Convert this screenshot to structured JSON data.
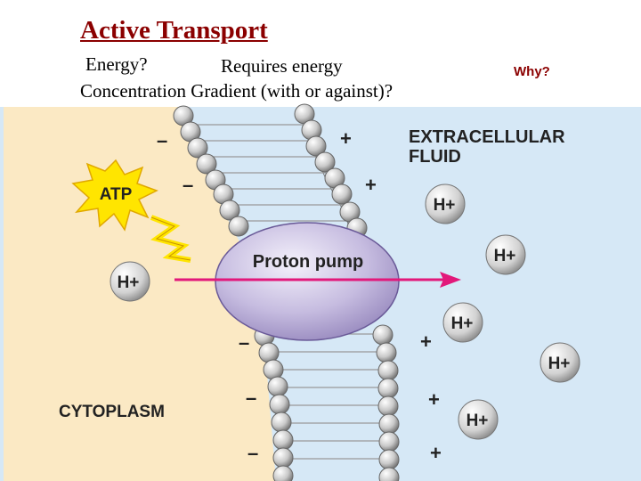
{
  "slide": {
    "title": "Active Transport",
    "energy_label": "Energy?",
    "energy_answer": "Requires energy",
    "gradient_question": "Concentration Gradient (with or against)?",
    "why_label": "Why?"
  },
  "diagram": {
    "extracellular_label_line1": "EXTRACELLULAR",
    "extracellular_label_line2": "FLUID",
    "cytoplasm_label": "CYTOPLASM",
    "atp_label": "ATP",
    "pump_label": "Proton pump",
    "ion_label": "H+",
    "plus_sign": "+",
    "minus_sign": "–",
    "colors": {
      "cytoplasm": "#fbe9c4",
      "extracellular": "#d6e8f6",
      "pump": "#a89ac8",
      "atp_burst": "#ffe500",
      "arrow": "#e2187a"
    }
  }
}
